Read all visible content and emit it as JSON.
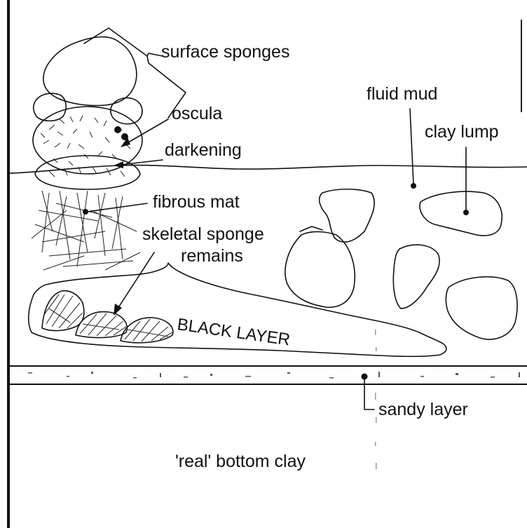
{
  "labels": {
    "surface_sponges": "surface sponges",
    "oscula": "oscula",
    "darkening": "darkening",
    "fibrous_mat": "fibrous mat",
    "skeletal_sponge_remains_line1": "skeletal sponge",
    "skeletal_sponge_remains_line2": "remains",
    "black_layer": "BLACK LAYER",
    "fluid_mud": "fluid mud",
    "clay_lump": "clay lump",
    "sandy_layer": "sandy layer",
    "real_bottom_clay": "'real' bottom clay"
  },
  "colors": {
    "ink": "#111111",
    "background": "#ffffff"
  }
}
